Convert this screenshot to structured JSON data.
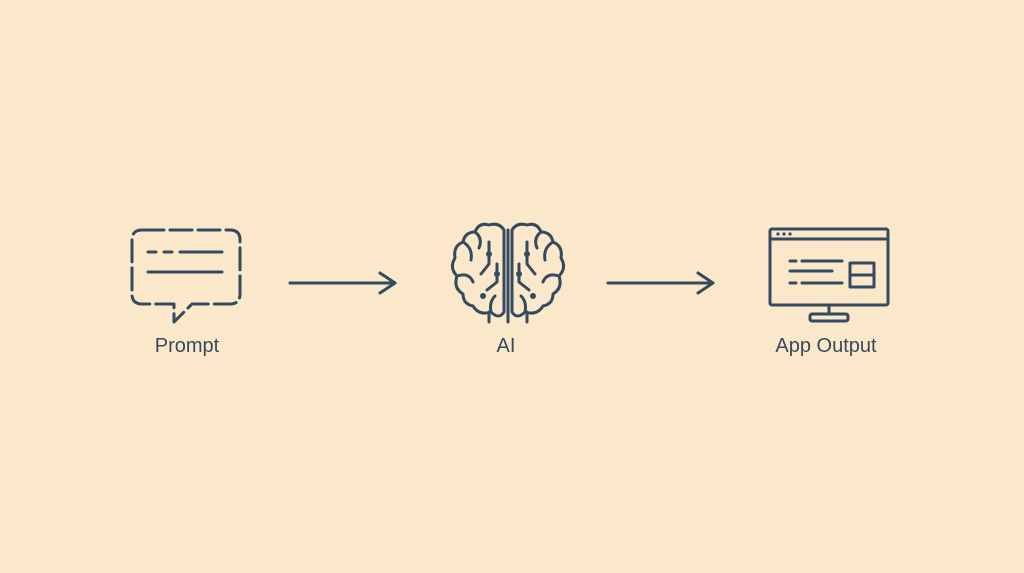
{
  "diagram": {
    "nodes": [
      {
        "id": "prompt",
        "label": "Prompt",
        "icon": "chat-bubble-icon"
      },
      {
        "id": "ai",
        "label": "AI",
        "icon": "brain-icon"
      },
      {
        "id": "output",
        "label": "App Output",
        "icon": "monitor-icon"
      }
    ],
    "edges": [
      {
        "from": "prompt",
        "to": "ai"
      },
      {
        "from": "ai",
        "to": "output"
      }
    ]
  },
  "colors": {
    "background": "#fbe8ca",
    "stroke": "#344a5e"
  }
}
